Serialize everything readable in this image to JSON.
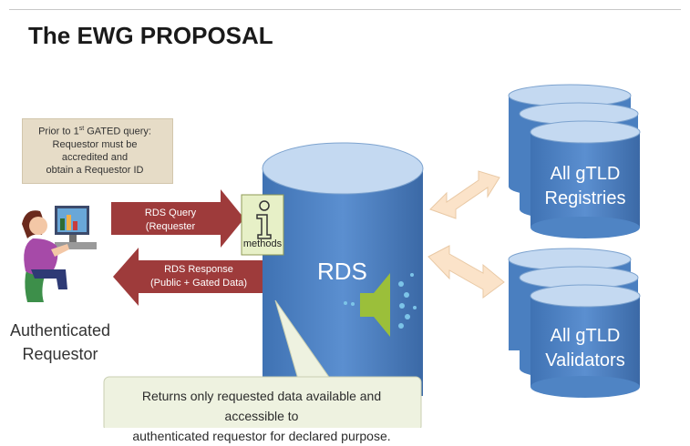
{
  "title": "The EWG PROPOSAL",
  "note": {
    "line1": "Prior to 1",
    "sup": "st",
    "line1_rest": " GATED query:",
    "line2": "Requestor must be",
    "line3": "accredited and",
    "line4": "obtain a Requestor ID"
  },
  "actor": {
    "line1": "Authenticated",
    "line2": "Requestor"
  },
  "query_arrow": {
    "line1": "RDS Query",
    "line2": "(Requester ID,Purpose,DN)"
  },
  "response_arrow": {
    "line1": "RDS Response",
    "line2": "(Public + Gated Data)"
  },
  "methods": {
    "icon_glyph": "i",
    "label": "methods"
  },
  "rds": {
    "label": "RDS"
  },
  "registries": {
    "line1": "All gTLD",
    "line2": "Registries"
  },
  "validators": {
    "line1": "All gTLD",
    "line2": "Validators"
  },
  "callout": {
    "line1": "Returns only requested data available and accessible to",
    "line2": "authenticated requestor for declared purpose."
  },
  "colors": {
    "arrow_red": "#9e3b3b",
    "cylinder_blue": "#4a7fc0",
    "cylinder_top": "#c4d9f1",
    "bidir_arrow": "#fbe3c9",
    "note_bg": "#e6dcc7",
    "callout_bg": "#eef2e0",
    "methods_bg": "#e7f0c7"
  },
  "icons": [
    "requestor-at-computer-icon",
    "info-icon",
    "speaker-icon"
  ]
}
